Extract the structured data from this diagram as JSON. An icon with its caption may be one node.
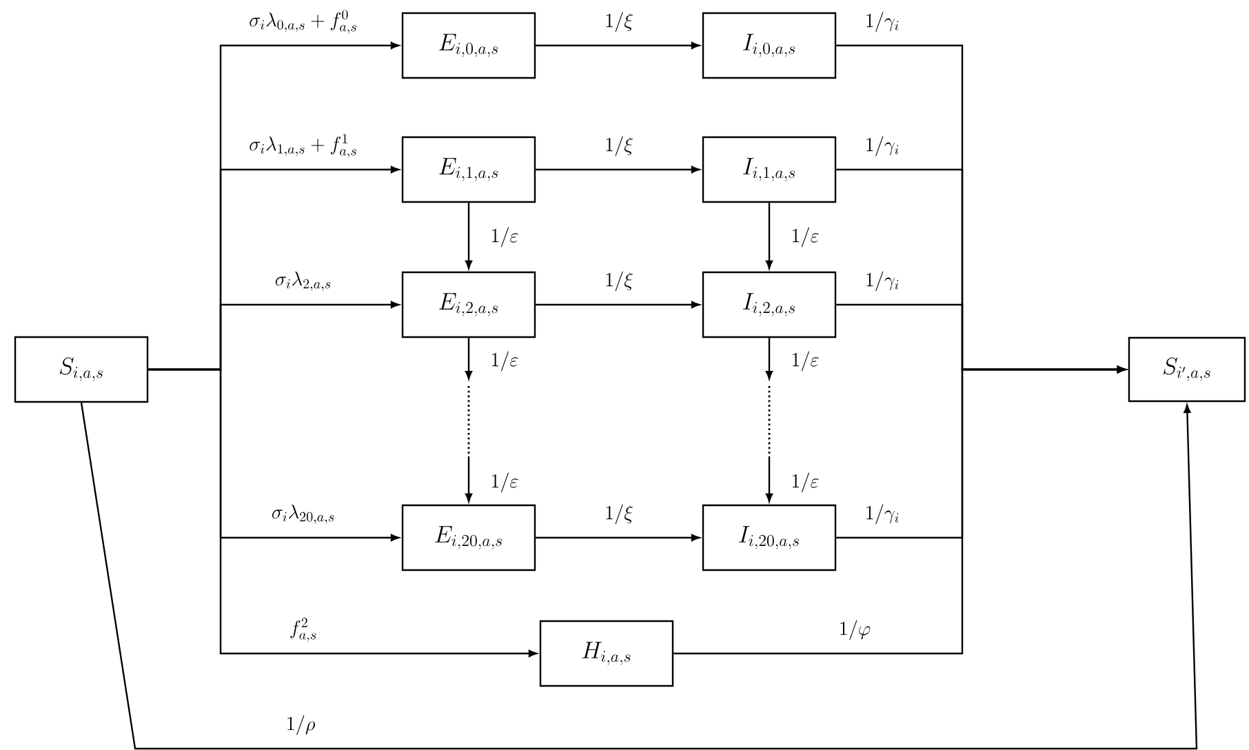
{
  "diagram": {
    "nodes": [
      {
        "text": [
          "S_{i,a,s}"
        ]
      },
      {
        "text": [
          "E_{i,0,a,s}"
        ]
      },
      {
        "text": [
          "I_{i,0,a,s}"
        ]
      },
      {
        "text": [
          "E_{i,1,a,s}"
        ]
      },
      {
        "text": [
          "I_{i,1,a,s}"
        ]
      },
      {
        "text": [
          "E_{i,2,a,s}"
        ]
      },
      {
        "text": [
          "I_{i,2,a,s}"
        ]
      },
      {
        "text": [
          "E_{i,20,a,s}"
        ]
      },
      {
        "text": [
          "I_{i,20,a,s}"
        ]
      },
      {
        "text": [
          "H_{i,a,s}"
        ]
      },
      {
        "text": [
          "S_{i',a,s}"
        ]
      }
    ],
    "edges": [
      {
        "from": 0,
        "to": 1,
        "arrow": "to",
        "label": "\\sigma_i\\lambda_{0,a,s}+f_{a,s}^{0}"
      },
      {
        "from": 0,
        "to": 3,
        "arrow": "to",
        "label": "\\sigma_i\\lambda_{1,a,s}+f_{a,s}^{1}"
      },
      {
        "from": 0,
        "to": 5,
        "arrow": "to",
        "label": "\\sigma_i\\lambda_{2,a,s}"
      },
      {
        "from": 0,
        "to": 7,
        "arrow": "to",
        "label": "\\sigma_i\\lambda_{20,a,s}"
      },
      {
        "from": 0,
        "to": 9,
        "arrow": "to",
        "label": "f_{a,s}^{2}"
      },
      {
        "from": 1,
        "to": 2,
        "arrow": "to",
        "label": "1/\\xi"
      },
      {
        "from": 3,
        "to": 4,
        "arrow": "to",
        "label": "1/\\xi"
      },
      {
        "from": 5,
        "to": 6,
        "arrow": "to",
        "label": "1/\\xi"
      },
      {
        "from": 7,
        "to": 8,
        "arrow": "to",
        "label": "1/\\xi"
      },
      {
        "from": 3,
        "to": 5,
        "arrow": "to",
        "label": "1/\\varepsilon"
      },
      {
        "from": 4,
        "to": 6,
        "arrow": "to",
        "label": "1/\\varepsilon"
      },
      {
        "from": 5,
        "to": null,
        "arrow": "to",
        "label": "1/\\varepsilon"
      },
      {
        "from": null,
        "to": 7,
        "arrow": "to",
        "label": "1/\\varepsilon"
      },
      {
        "from": 6,
        "to": null,
        "arrow": "to",
        "label": "1/\\varepsilon"
      },
      {
        "from": null,
        "to": 8,
        "arrow": "to",
        "label": "1/\\varepsilon"
      },
      {
        "from": 2,
        "to": 10,
        "arrow": "to",
        "label": "1/\\gamma_i"
      },
      {
        "from": 4,
        "to": 10,
        "arrow": "to",
        "label": "1/\\gamma_i"
      },
      {
        "from": 6,
        "to": 10,
        "arrow": "to",
        "label": "1/\\gamma_i"
      },
      {
        "from": 8,
        "to": 10,
        "arrow": "to",
        "label": "1/\\gamma_i"
      },
      {
        "from": 9,
        "to": 10,
        "arrow": "to",
        "label": "1/\\varphi"
      },
      {
        "from": 0,
        "to": 10,
        "arrow": "to",
        "label": "1/\\rho"
      }
    ]
  }
}
